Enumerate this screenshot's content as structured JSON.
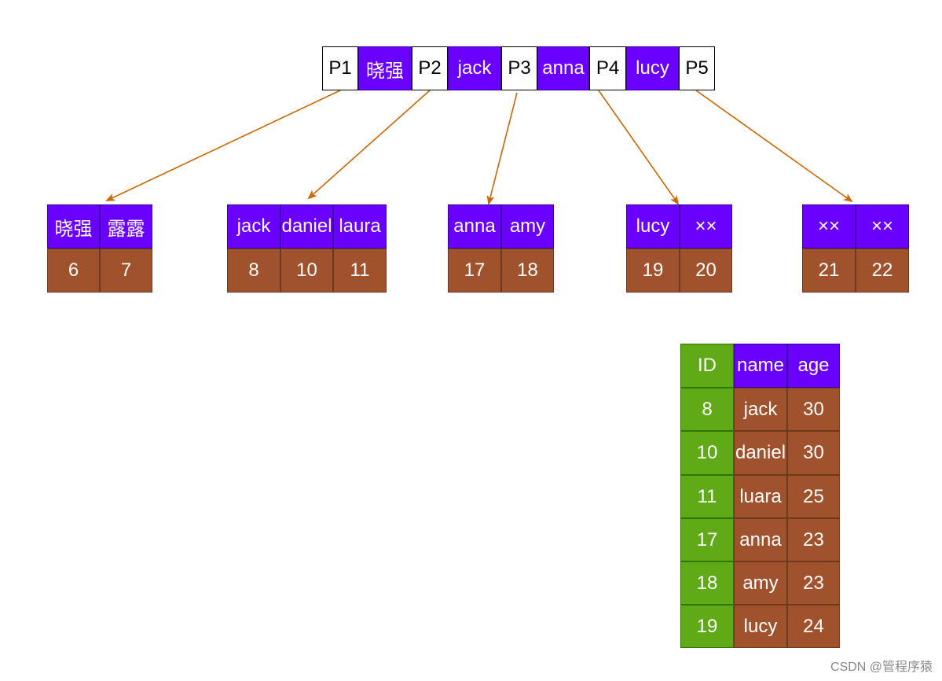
{
  "root_node": {
    "cells": [
      {
        "text": "P1",
        "kind": "pointer"
      },
      {
        "text": "晓强",
        "kind": "key"
      },
      {
        "text": "P2",
        "kind": "pointer"
      },
      {
        "text": "jack",
        "kind": "key"
      },
      {
        "text": "P3",
        "kind": "pointer"
      },
      {
        "text": "anna",
        "kind": "key"
      },
      {
        "text": "P4",
        "kind": "pointer"
      },
      {
        "text": "lucy",
        "kind": "key"
      },
      {
        "text": "P5",
        "kind": "pointer"
      }
    ]
  },
  "leaf_nodes": [
    {
      "keys": [
        "晓强",
        "露露"
      ],
      "values": [
        "6",
        "7"
      ]
    },
    {
      "keys": [
        "jack",
        "daniel",
        "laura"
      ],
      "values": [
        "8",
        "10",
        "11"
      ]
    },
    {
      "keys": [
        "anna",
        "amy"
      ],
      "values": [
        "17",
        "18"
      ]
    },
    {
      "keys": [
        "lucy",
        "××"
      ],
      "values": [
        "19",
        "20"
      ]
    },
    {
      "keys": [
        "××",
        "××"
      ],
      "values": [
        "21",
        "22"
      ]
    }
  ],
  "table": {
    "headers": [
      "ID",
      "name",
      "age"
    ],
    "rows": [
      [
        "8",
        "jack",
        "30"
      ],
      [
        "10",
        "daniel",
        "30"
      ],
      [
        "11",
        "luara",
        "25"
      ],
      [
        "17",
        "anna",
        "23"
      ],
      [
        "18",
        "amy",
        "23"
      ],
      [
        "19",
        "lucy",
        "24"
      ]
    ]
  },
  "watermark": "CSDN @管程序猿",
  "colors": {
    "key": "#6a00ff",
    "value": "#a0522d",
    "id": "#60a917",
    "arrow": "#cc6600"
  }
}
